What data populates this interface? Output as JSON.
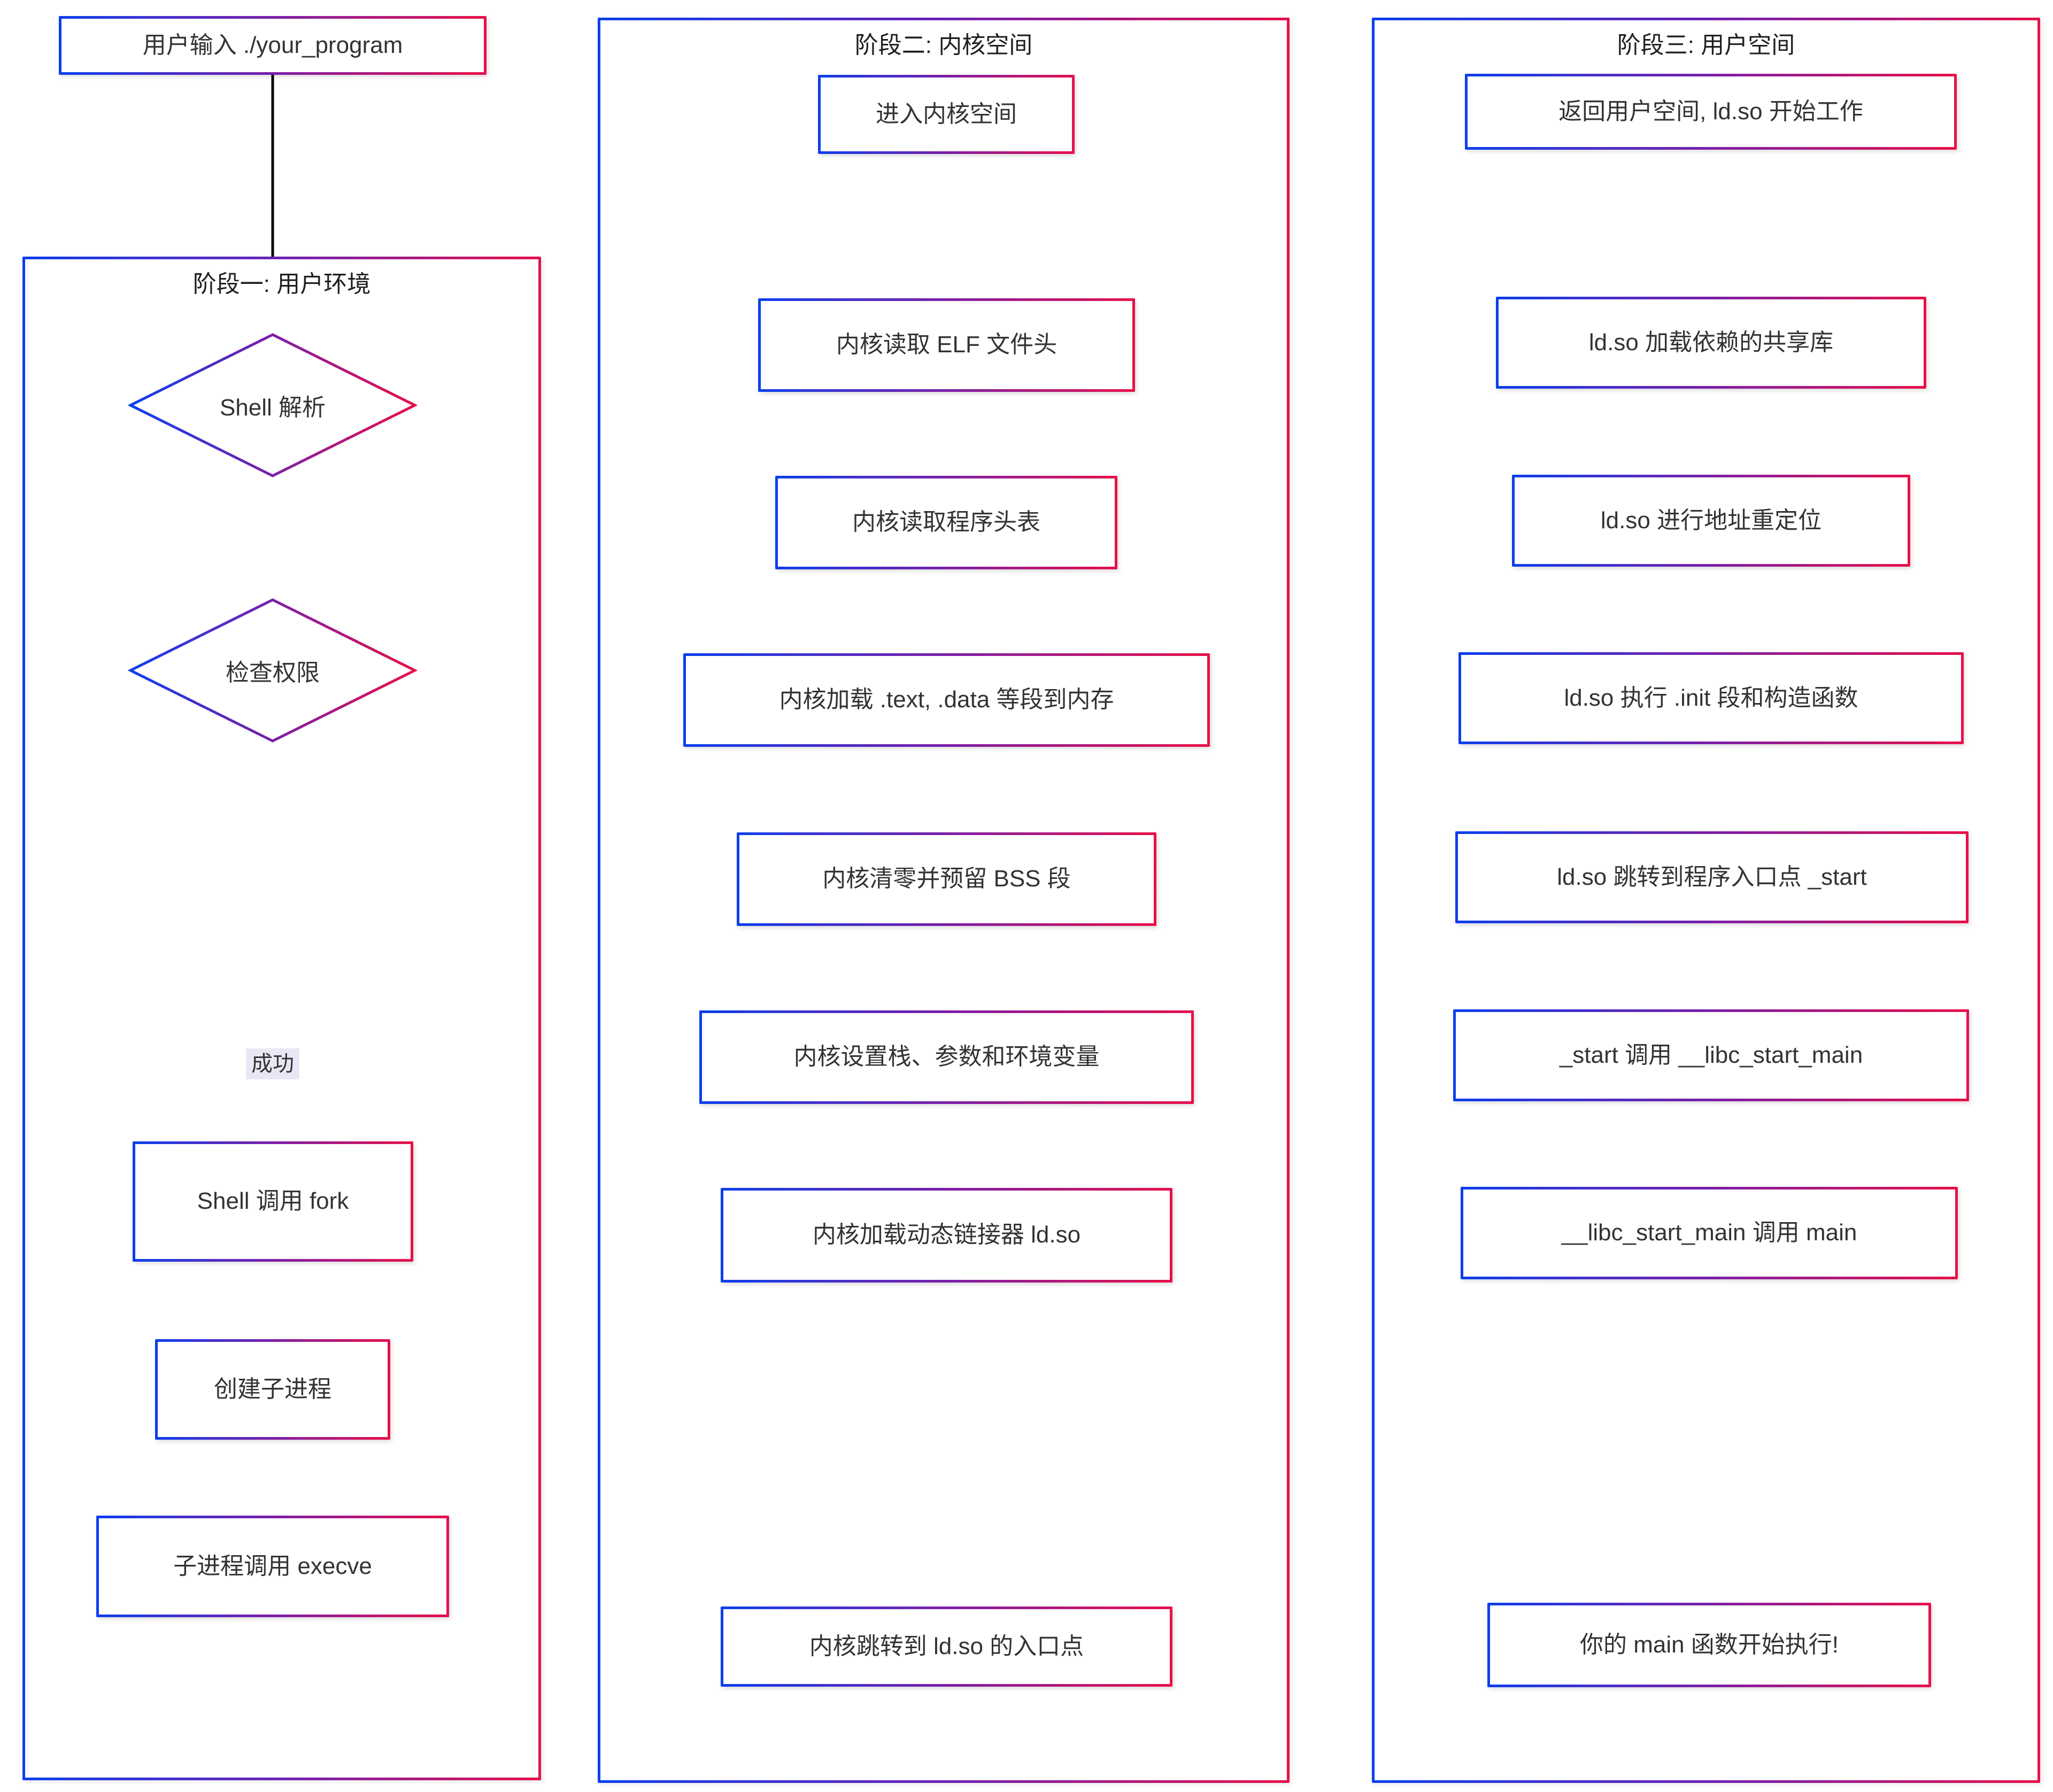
{
  "diagram": {
    "type": "flowchart",
    "direction": "top-to-bottom, three phases left-to-right",
    "theme": {
      "border_gradient_start": "#0b3fee",
      "border_gradient_mid": "#7b1fa8",
      "border_gradient_end": "#e8104a",
      "node_fill": "#ffffff",
      "text_color": "#333333",
      "edge_color": "#000000",
      "edge_label_bg": "#e8e8f5",
      "page_bg": "#ffffff"
    }
  },
  "entry_node": {
    "id": "start",
    "label": "用户输入 ./your_program",
    "shape": "rect"
  },
  "phases": [
    {
      "id": "phase-1",
      "title": "阶段一: 用户环境",
      "nodes": [
        {
          "id": "shell-parse",
          "label": "Shell 解析",
          "shape": "diamond"
        },
        {
          "id": "check-perm",
          "label": "检查权限",
          "shape": "diamond"
        },
        {
          "id": "shell-fork",
          "label": "Shell 调用 fork",
          "shape": "rect"
        },
        {
          "id": "create-child",
          "label": "创建子进程",
          "shape": "rect"
        },
        {
          "id": "child-execve",
          "label": "子进程调用 execve",
          "shape": "rect"
        }
      ],
      "edge_labels": [
        {
          "id": "perm-success",
          "label": "成功",
          "between": "check-perm -> shell-fork"
        }
      ]
    },
    {
      "id": "phase-2",
      "title": "阶段二: 内核空间",
      "nodes": [
        {
          "id": "enter-kernel",
          "label": "进入内核空间",
          "shape": "rect"
        },
        {
          "id": "read-elf",
          "label": "内核读取 ELF 文件头",
          "shape": "rect"
        },
        {
          "id": "read-phdr",
          "label": "内核读取程序头表",
          "shape": "rect"
        },
        {
          "id": "load-segments",
          "label": "内核加载 .text, .data 等段到内存",
          "shape": "rect"
        },
        {
          "id": "zero-bss",
          "label": "内核清零并预留 BSS 段",
          "shape": "rect"
        },
        {
          "id": "setup-stack",
          "label": "内核设置栈、参数和环境变量",
          "shape": "rect"
        },
        {
          "id": "load-ldso",
          "label": "内核加载动态链接器 ld.so",
          "shape": "rect"
        },
        {
          "id": "jump-ldso",
          "label": "内核跳转到 ld.so 的入口点",
          "shape": "rect"
        }
      ],
      "edge_labels": []
    },
    {
      "id": "phase-3",
      "title": "阶段三: 用户空间",
      "nodes": [
        {
          "id": "back-user",
          "label": "返回用户空间, ld.so 开始工作",
          "shape": "rect"
        },
        {
          "id": "load-libs",
          "label": "ld.so 加载依赖的共享库",
          "shape": "rect"
        },
        {
          "id": "relocate",
          "label": "ld.so 进行地址重定位",
          "shape": "rect"
        },
        {
          "id": "run-init",
          "label": "ld.so 执行 .init 段和构造函数",
          "shape": "rect"
        },
        {
          "id": "jump-start",
          "label": "ld.so 跳转到程序入口点 _start",
          "shape": "rect"
        },
        {
          "id": "call-libc",
          "label": "_start 调用 __libc_start_main",
          "shape": "rect"
        },
        {
          "id": "libc-call-main",
          "label": "__libc_start_main 调用 main",
          "shape": "rect"
        },
        {
          "id": "main-runs",
          "label": "你的 main 函数开始执行!",
          "shape": "rect"
        }
      ],
      "edge_labels": []
    }
  ]
}
